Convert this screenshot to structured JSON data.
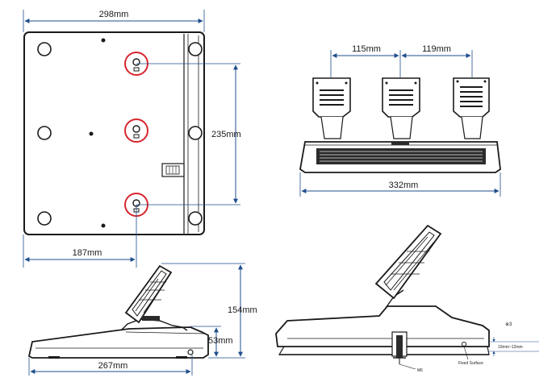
{
  "dimensions": {
    "top_width": "298mm",
    "hole_spacing": "235mm",
    "hole_offset": "187mm",
    "pedal_spacing_left": "115mm",
    "pedal_spacing_right": "119mm",
    "base_width": "332mm",
    "side_height": "154mm",
    "side_base_height": "53mm",
    "side_length": "267mm"
  },
  "callouts": {
    "note_mark": "※3",
    "thread": "M6",
    "surface": "Fixed Surface",
    "thickness_range": "10mm~12mm"
  },
  "colors": {
    "line": "#1a1a1a",
    "dimension": "#1f4e8c",
    "highlight": "#d8262e",
    "fill_dark": "#2b2b2b",
    "fill_light": "#e9e9e9"
  }
}
